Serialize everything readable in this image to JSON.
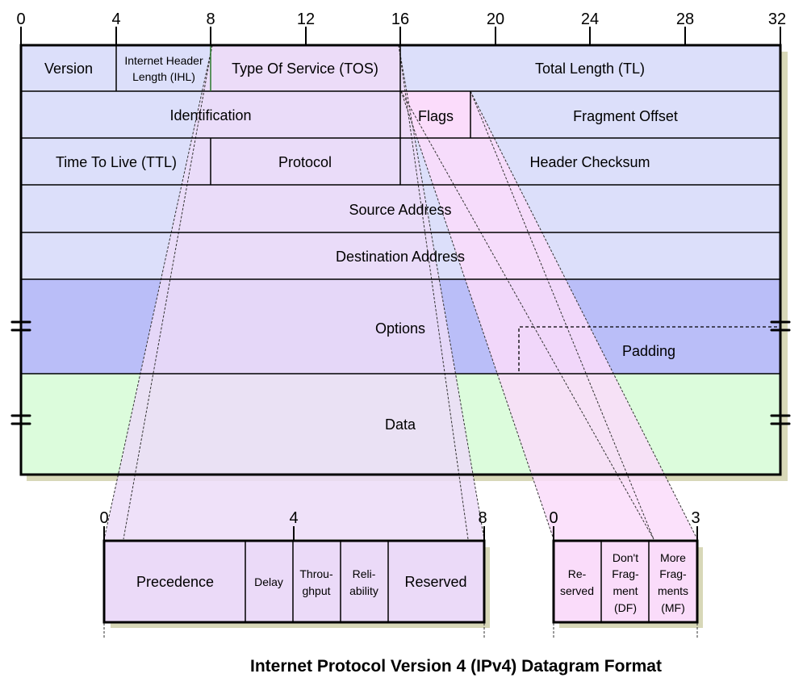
{
  "colors": {
    "header_field": "#dcdffa",
    "options_field": "#babef8",
    "data_field": "#dcfcdc",
    "tos_field": "#ebdaf8",
    "flags_field": "#fadcfa",
    "shadow": "#d8d8b8",
    "funnel_tos": "#ecdcf8",
    "funnel_flags": "#fadcfa"
  },
  "main_ruler": [
    "0",
    "4",
    "8",
    "12",
    "16",
    "20",
    "24",
    "28",
    "32"
  ],
  "fields": {
    "version": "Version",
    "ihl_line1": "Internet Header",
    "ihl_line2": "Length (IHL)",
    "tos": "Type Of Service (TOS)",
    "total_length": "Total Length (TL)",
    "identification": "Identification",
    "flags": "Flags",
    "fragment_offset": "Fragment Offset",
    "ttl": "Time To Live (TTL)",
    "protocol": "Protocol",
    "header_checksum": "Header Checksum",
    "source_address": "Source Address",
    "destination_address": "Destination Address",
    "options": "Options",
    "padding": "Padding",
    "data": "Data"
  },
  "tos_detail": {
    "ruler": [
      "0",
      "4",
      "8"
    ],
    "precedence": "Precedence",
    "delay": "Delay",
    "throughput_line1": "Throu-",
    "throughput_line2": "ghput",
    "reliability_line1": "Reli-",
    "reliability_line2": "ability",
    "reserved": "Reserved"
  },
  "flags_detail": {
    "ruler": [
      "0",
      "3"
    ],
    "reserved_line1": "Re-",
    "reserved_line2": "served",
    "df_line1": "Don't",
    "df_line2": "Frag-",
    "df_line3": "ment",
    "df_line4": "(DF)",
    "mf_line1": "More",
    "mf_line2": "Frag-",
    "mf_line3": "ments",
    "mf_line4": "(MF)"
  },
  "caption": "Internet Protocol Version 4 (IPv4) Datagram Format"
}
